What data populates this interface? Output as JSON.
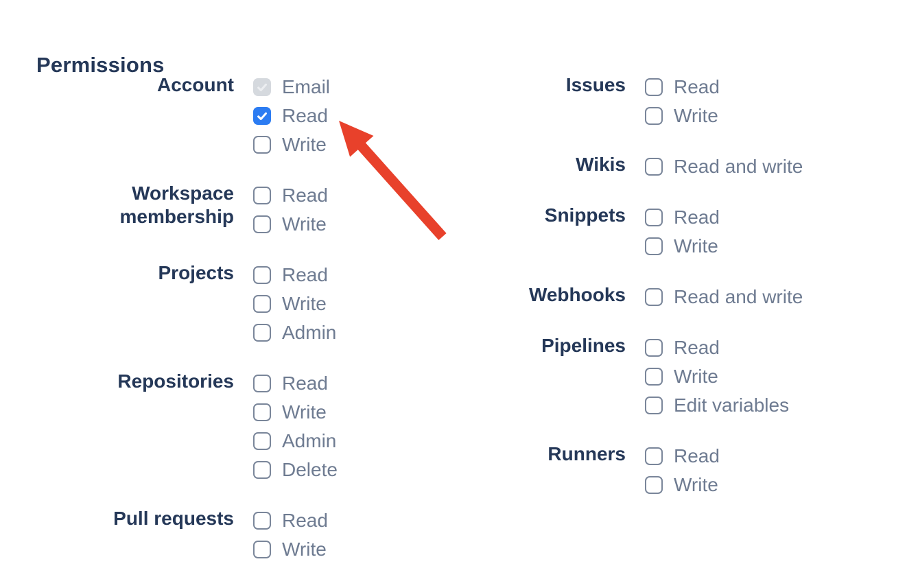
{
  "title": "Permissions",
  "colors": {
    "heading": "#253858",
    "category": "#253858",
    "option": "#6E7B91",
    "cb-border": "#7A869A",
    "cb-checked": "#2C7CF2",
    "cb-disabled-bg": "#D5D9DE",
    "cb-disabled-check": "#ECEEF1",
    "arrow": "#E8412B",
    "page-bg": "#FFFFFF"
  },
  "arrow": {
    "description": "red arrow pointing at Account Read checkbox",
    "color": "#E8412B"
  },
  "permissions": {
    "columns": [
      {
        "groups": [
          {
            "label": "Account",
            "options": [
              {
                "label": "Email",
                "state": "disabled-checked"
              },
              {
                "label": "Read",
                "state": "checked"
              },
              {
                "label": "Write",
                "state": "unchecked"
              }
            ]
          },
          {
            "label": "Workspace membership",
            "options": [
              {
                "label": "Read",
                "state": "unchecked"
              },
              {
                "label": "Write",
                "state": "unchecked"
              }
            ]
          },
          {
            "label": "Projects",
            "options": [
              {
                "label": "Read",
                "state": "unchecked"
              },
              {
                "label": "Write",
                "state": "unchecked"
              },
              {
                "label": "Admin",
                "state": "unchecked"
              }
            ]
          },
          {
            "label": "Repositories",
            "options": [
              {
                "label": "Read",
                "state": "unchecked"
              },
              {
                "label": "Write",
                "state": "unchecked"
              },
              {
                "label": "Admin",
                "state": "unchecked"
              },
              {
                "label": "Delete",
                "state": "unchecked"
              }
            ]
          },
          {
            "label": "Pull requests",
            "options": [
              {
                "label": "Read",
                "state": "unchecked"
              },
              {
                "label": "Write",
                "state": "unchecked"
              }
            ]
          }
        ]
      },
      {
        "groups": [
          {
            "label": "Issues",
            "options": [
              {
                "label": "Read",
                "state": "unchecked"
              },
              {
                "label": "Write",
                "state": "unchecked"
              }
            ]
          },
          {
            "label": "Wikis",
            "options": [
              {
                "label": "Read and write",
                "state": "unchecked"
              }
            ]
          },
          {
            "label": "Snippets",
            "options": [
              {
                "label": "Read",
                "state": "unchecked"
              },
              {
                "label": "Write",
                "state": "unchecked"
              }
            ]
          },
          {
            "label": "Webhooks",
            "options": [
              {
                "label": "Read and write",
                "state": "unchecked"
              }
            ]
          },
          {
            "label": "Pipelines",
            "options": [
              {
                "label": "Read",
                "state": "unchecked"
              },
              {
                "label": "Write",
                "state": "unchecked"
              },
              {
                "label": "Edit variables",
                "state": "unchecked"
              }
            ]
          },
          {
            "label": "Runners",
            "options": [
              {
                "label": "Read",
                "state": "unchecked"
              },
              {
                "label": "Write",
                "state": "unchecked"
              }
            ]
          }
        ]
      }
    ]
  }
}
